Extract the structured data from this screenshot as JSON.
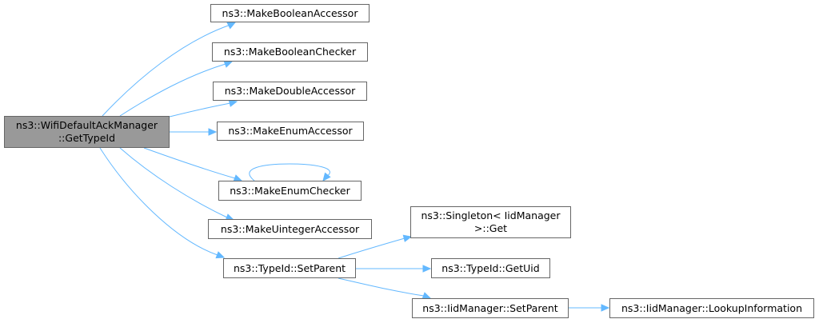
{
  "nodes": {
    "root": {
      "line1": "ns3::WifiDefaultAckManager",
      "line2": "::GetTypeId"
    },
    "make_boolean_accessor": {
      "label": "ns3::MakeBooleanAccessor"
    },
    "make_boolean_checker": {
      "label": "ns3::MakeBooleanChecker"
    },
    "make_double_accessor": {
      "label": "ns3::MakeDoubleAccessor"
    },
    "make_enum_accessor": {
      "label": "ns3::MakeEnumAccessor"
    },
    "make_enum_checker": {
      "label": "ns3::MakeEnumChecker"
    },
    "make_uinteger_accessor": {
      "label": "ns3::MakeUintegerAccessor"
    },
    "typeid_set_parent": {
      "label": "ns3::TypeId::SetParent"
    },
    "singleton_get": {
      "line1": "ns3::Singleton< IidManager",
      "line2": ">::Get"
    },
    "typeid_get_uid": {
      "label": "ns3::TypeId::GetUid"
    },
    "iidmanager_set_parent": {
      "label": "ns3::IidManager::SetParent"
    },
    "iidmanager_lookup_information": {
      "label": "ns3::IidManager::LookupInformation"
    }
  },
  "edges": [
    {
      "from": "root",
      "to": "make_boolean_accessor"
    },
    {
      "from": "root",
      "to": "make_boolean_checker"
    },
    {
      "from": "root",
      "to": "make_double_accessor"
    },
    {
      "from": "root",
      "to": "make_enum_accessor"
    },
    {
      "from": "root",
      "to": "make_enum_checker"
    },
    {
      "from": "make_enum_checker",
      "to": "make_enum_checker"
    },
    {
      "from": "root",
      "to": "make_uinteger_accessor"
    },
    {
      "from": "root",
      "to": "typeid_set_parent"
    },
    {
      "from": "typeid_set_parent",
      "to": "singleton_get"
    },
    {
      "from": "typeid_set_parent",
      "to": "typeid_get_uid"
    },
    {
      "from": "typeid_set_parent",
      "to": "iidmanager_set_parent"
    },
    {
      "from": "iidmanager_set_parent",
      "to": "iidmanager_lookup_information"
    }
  ],
  "colors": {
    "edge": "#63b8ff",
    "node_border": "#666666",
    "root_fill": "#999999"
  }
}
